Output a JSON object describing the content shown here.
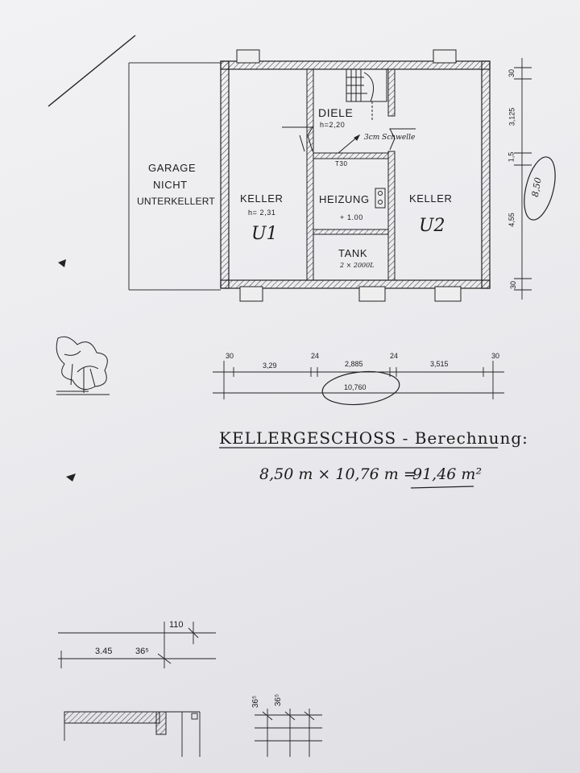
{
  "floorplan": {
    "rooms": {
      "garage": [
        "GARAGE",
        "NICHT",
        "UNTERKELLERT"
      ],
      "keller_left": {
        "name": "KELLER",
        "height": "h= 2,31",
        "unit": "U1"
      },
      "diele": {
        "name": "DIELE",
        "height": "h=2,20",
        "note": "3cm Schwelle",
        "door": "T30"
      },
      "heizung": {
        "name": "HEIZUNG",
        "level": "+ 1.00"
      },
      "tank": {
        "name": "TANK",
        "capacity": "2 × 2000L"
      },
      "keller_right": {
        "name": "KELLER",
        "unit": "U2"
      }
    },
    "right_dims": [
      "30",
      "3,125",
      "1,5",
      "4,55",
      "30"
    ],
    "right_total": "8,50",
    "bottom_dims": [
      "30",
      "3,29",
      "24",
      "2,885",
      "24",
      "3,515",
      "30"
    ],
    "bottom_total": "10,760"
  },
  "calculation": {
    "heading": "KELLERGESCHOSS - Berechnung:",
    "formula": "8,50 m × 10,76 m = ",
    "result": "91,46 m²"
  },
  "detail": {
    "dims_top": [
      "110"
    ],
    "dims_bottom": [
      "3.45",
      "36⁵"
    ],
    "dims_vertical": [
      "36⁵",
      "36⁵"
    ]
  }
}
